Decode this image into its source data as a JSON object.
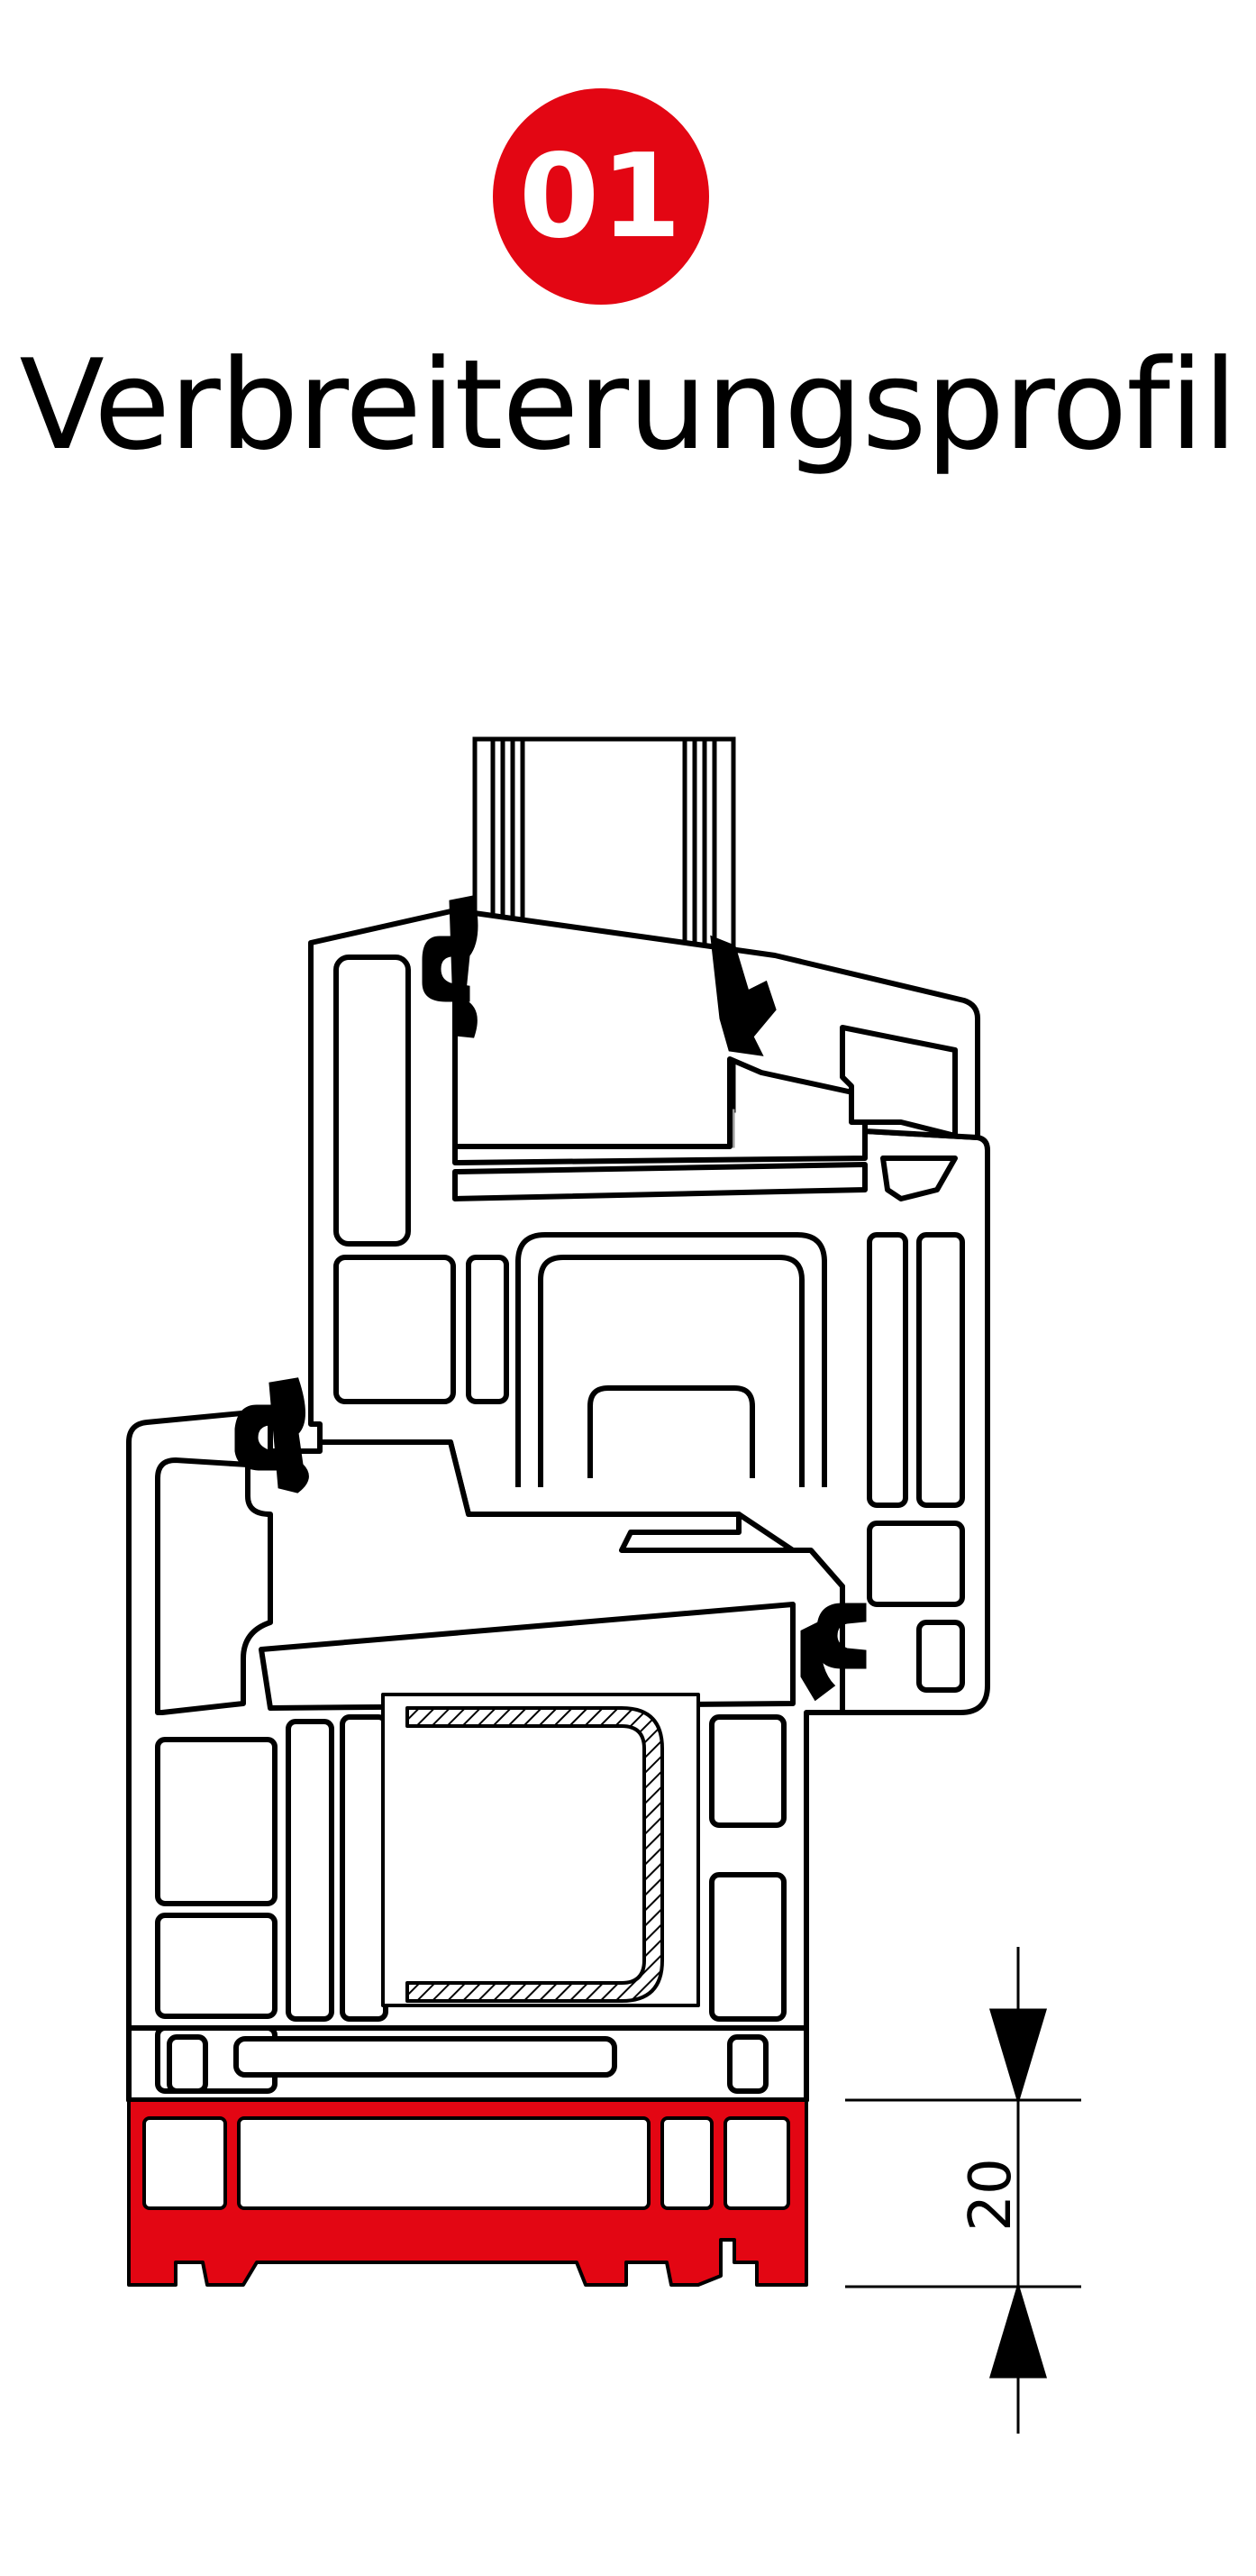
{
  "badge": {
    "number": "01",
    "color": "#e30613"
  },
  "title": "Verbreiterungsprofil",
  "dimension": {
    "value": "20"
  },
  "colors": {
    "line": "#000000",
    "highlight": "#e30613",
    "gasket": "#000000",
    "background": "#ffffff"
  }
}
